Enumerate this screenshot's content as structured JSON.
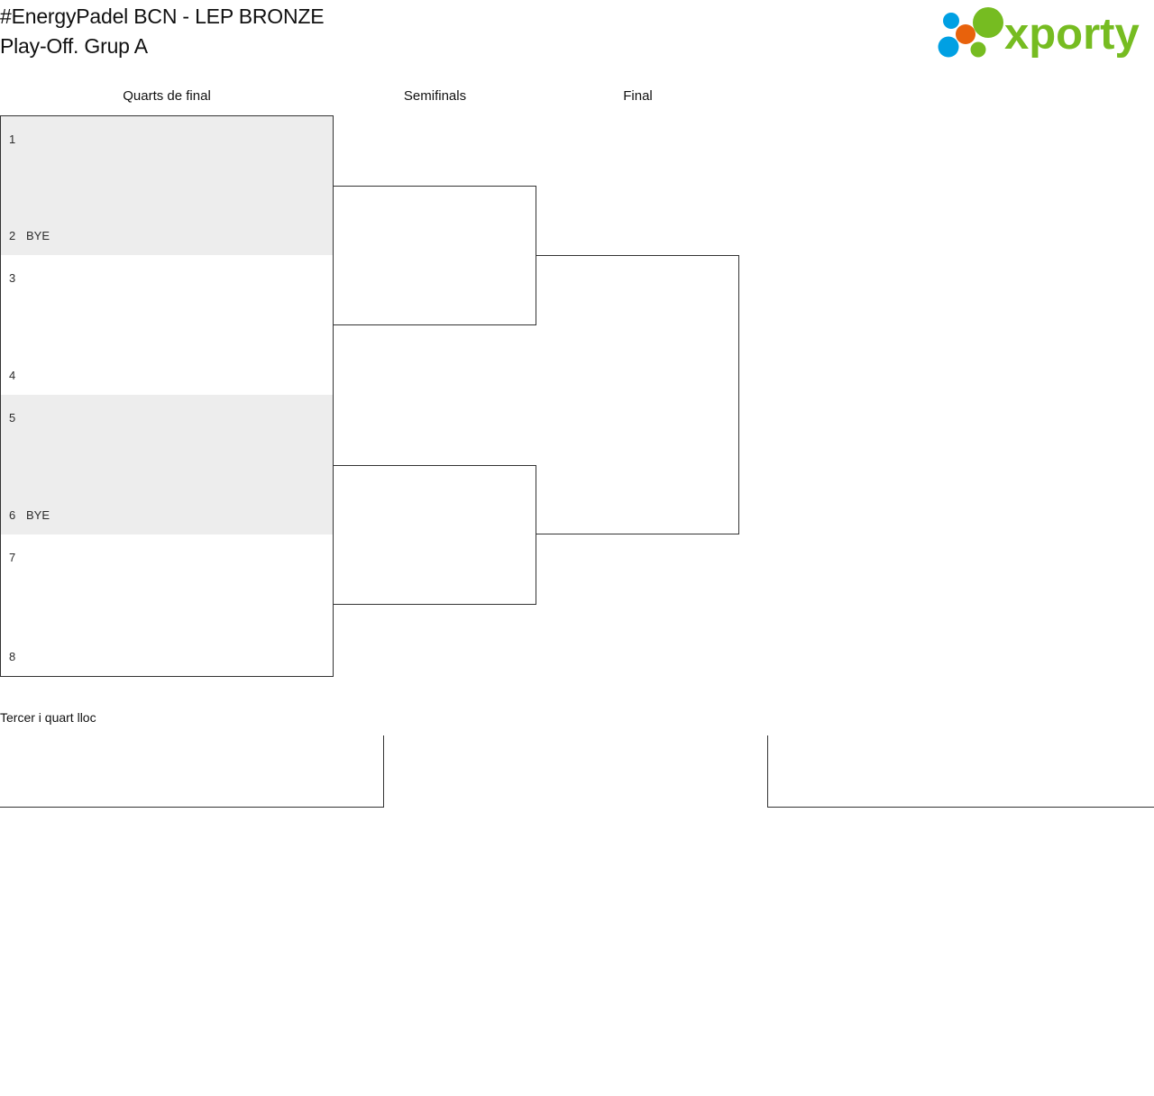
{
  "header": {
    "title": "#EnergyPadel BCN - LEP BRONZE\nPlay-Off. Grup A",
    "logo_text": "xporty",
    "logo_colors": {
      "green": "#76bc21",
      "blue": "#00a0e3",
      "orange": "#e8620c"
    }
  },
  "rounds": [
    {
      "label": "Quarts de final"
    },
    {
      "label": "Semifinals"
    },
    {
      "label": "Final"
    }
  ],
  "quarterfinals": [
    {
      "shaded": true,
      "top": {
        "seed": "1",
        "player": ""
      },
      "bottom": {
        "seed": "2",
        "player": "BYE"
      }
    },
    {
      "shaded": false,
      "top": {
        "seed": "3",
        "player": ""
      },
      "bottom": {
        "seed": "4",
        "player": ""
      }
    },
    {
      "shaded": true,
      "top": {
        "seed": "5",
        "player": ""
      },
      "bottom": {
        "seed": "6",
        "player": "BYE"
      }
    },
    {
      "shaded": false,
      "top": {
        "seed": "7",
        "player": ""
      },
      "bottom": {
        "seed": "8",
        "player": ""
      }
    }
  ],
  "semifinals": [
    {
      "top": {
        "player": ""
      },
      "bottom": {
        "player": ""
      }
    },
    {
      "top": {
        "player": ""
      },
      "bottom": {
        "player": ""
      }
    }
  ],
  "final": {
    "top": {
      "player": ""
    },
    "bottom": {
      "player": ""
    }
  },
  "third_place": {
    "title": "Tercer i quart lloc",
    "left": {
      "player": ""
    },
    "right": {
      "player": ""
    }
  },
  "colors": {
    "line": "#333333",
    "shade": "#ededed",
    "text": "#1a1a1a"
  }
}
